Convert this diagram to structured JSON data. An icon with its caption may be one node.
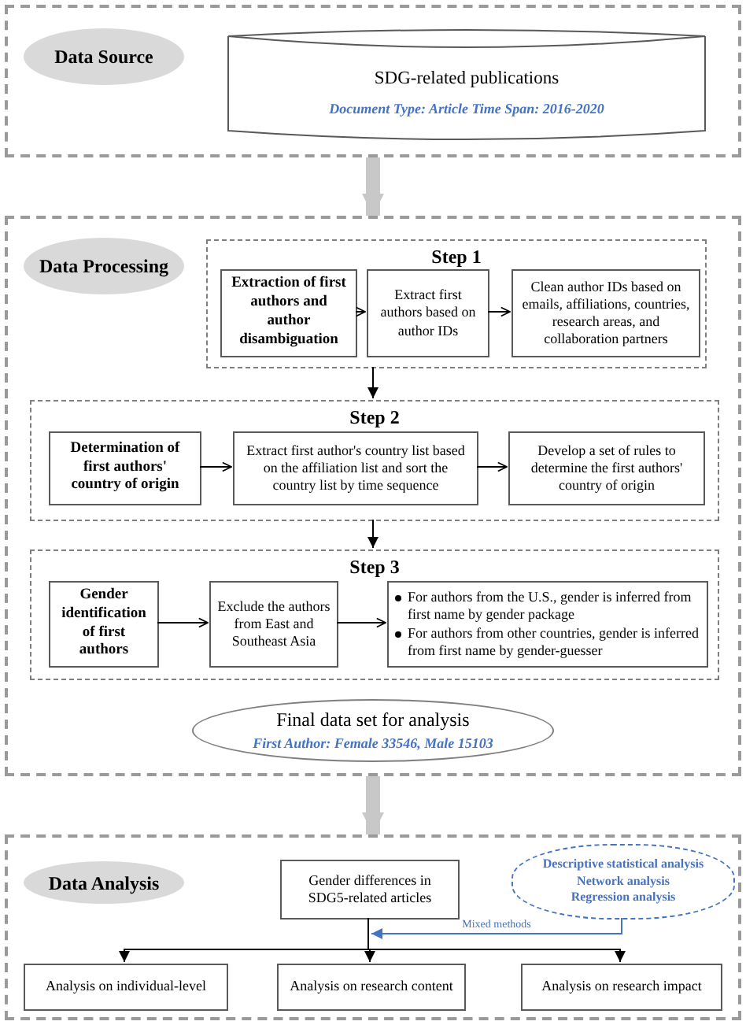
{
  "diagram": {
    "nodes": [
      {
        "text": [],
        "shape": "box"
      },
      {
        "text": [
          "Data Source"
        ],
        "in": 0
      },
      {
        "text": [
          "SDG-related publications",
          "Document Type: Article  Time Span: 2016-2020"
        ],
        "in": 0
      },
      {
        "text": [],
        "shape": "box"
      },
      {
        "text": [
          "Data Processing"
        ],
        "in": 3
      },
      {
        "text": [
          "Step 1"
        ],
        "in": 3
      },
      {
        "text": [
          "Extraction of first authors and author disambiguation"
        ],
        "in": 5
      },
      {
        "text": [
          "Extract first authors based on author IDs"
        ],
        "in": 5
      },
      {
        "text": [
          "Clean author IDs based on emails, affiliations, countries, research areas, and collaboration partners"
        ],
        "in": 5
      },
      {
        "text": [
          "Step 2"
        ],
        "in": 3
      },
      {
        "text": [
          "Determination of first authors' country of origin"
        ],
        "in": 9
      },
      {
        "text": [
          "Extract first author's country list based on the affiliation list and sort the country list by time sequence"
        ],
        "in": 9
      },
      {
        "text": [
          "Develop a set of rules to determine the first authors' country of origin"
        ],
        "in": 9
      },
      {
        "text": [
          "Step 3"
        ],
        "in": 3
      },
      {
        "text": [
          "Gender identification of first authors"
        ],
        "in": 13
      },
      {
        "text": [
          "Exclude the authors from East and Southeast Asia"
        ],
        "in": 13
      },
      {
        "text": [
          "For authors from the U.S., gender is inferred from first name by gender package",
          "For authors from other countries, gender is inferred from first name by gender-guesser"
        ],
        "in": 13
      },
      {
        "text": [
          "Final data set for analysis",
          "First Author: Female 33546, Male 15103"
        ],
        "in": 3
      },
      {
        "text": [],
        "shape": "box"
      },
      {
        "text": [
          "Data Analysis"
        ],
        "in": 18
      },
      {
        "text": [
          "Gender differences in SDG5-related articles"
        ],
        "in": 18
      },
      {
        "text": [
          "Descriptive statistical analysis",
          "Network analysis",
          "Regression analysis"
        ],
        "in": 18
      },
      {
        "text": [
          "Analysis on individual-level"
        ],
        "in": 18
      },
      {
        "text": [
          "Analysis on research content"
        ],
        "in": 18
      },
      {
        "text": [
          "Analysis on research impact"
        ],
        "in": 18
      }
    ],
    "edges": [
      {
        "from": 0,
        "to": 3,
        "arrow": "to",
        "style": "thick",
        "color": "#c8c8c8"
      },
      {
        "from": 6,
        "to": 7,
        "arrow": "to"
      },
      {
        "from": 7,
        "to": 8,
        "arrow": "to"
      },
      {
        "from": 5,
        "to": 9,
        "arrow": "to"
      },
      {
        "from": 10,
        "to": 11,
        "arrow": "to"
      },
      {
        "from": 11,
        "to": 12,
        "arrow": "to"
      },
      {
        "from": 9,
        "to": 13,
        "arrow": "to"
      },
      {
        "from": 14,
        "to": 15,
        "arrow": "to"
      },
      {
        "from": 15,
        "to": 16,
        "arrow": "to"
      },
      {
        "from": 3,
        "to": 18,
        "arrow": "to",
        "style": "thick",
        "color": "#c8c8c8"
      },
      {
        "from": 20,
        "to": 22,
        "arrow": "to"
      },
      {
        "from": 20,
        "to": 23,
        "arrow": "to"
      },
      {
        "from": 20,
        "to": 24,
        "arrow": "to"
      },
      {
        "from": 21,
        "to": 20,
        "arrow": "to",
        "label": "Mixed methods",
        "color": "#4472c4"
      }
    ]
  }
}
